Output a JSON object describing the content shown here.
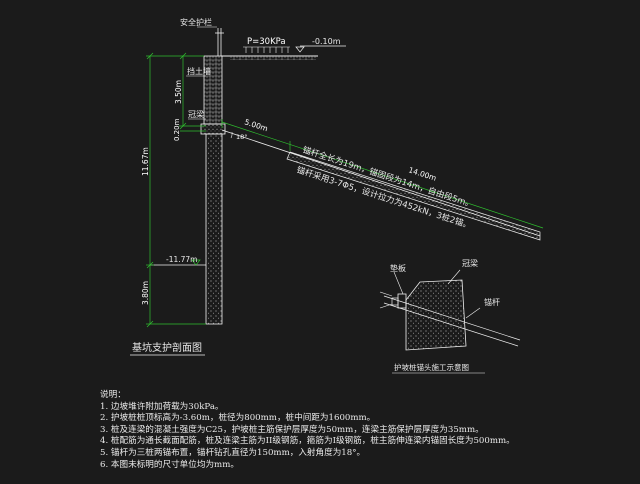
{
  "main_section": {
    "title": "基坑支护剖面图",
    "labels": {
      "guardrail": "安全护栏",
      "load": "P=30KPa",
      "ground_level": "-0.10m",
      "retaining_wall": "挡土墙",
      "crown_beam": "冠梁",
      "bottom_level": "-11.77m"
    },
    "dims": {
      "wall_height": "3.50m",
      "total_height": "11.67m",
      "beam_depth": "0.20m",
      "embed_depth": "3.80m",
      "free_length": "5.00m",
      "anchor_length": "14.00m",
      "angle": "18°"
    },
    "anchor_text_1": "锚杆全长为19m，锚固段为14m，自由段5m。",
    "anchor_text_2": "锚杆采用3-7Φ5，设计拉力为452kN，3桩2锚。"
  },
  "detail": {
    "title": "护坡桩锚头施工示意图",
    "labels": {
      "pad": "垫板",
      "crown_beam": "冠梁",
      "anchor": "锚杆"
    }
  },
  "notes": {
    "heading": "说明：",
    "items": [
      "1. 边坡堆许附加荷载为30kPa。",
      "2. 护坡桩桩顶标高为-3.60m，桩径为800mm，桩中间距为1600mm。",
      "3. 桩及连梁的混凝土强度为C25，护坡桩主筋保护层厚度为50mm，连梁主筋保护层厚度为35mm。",
      "4. 桩配筋为通长截面配筋，桩及连梁主筋为II级钢筋，箍筋为I级钢筋，桩主筋伸连梁内锚固长度为500mm。",
      "5. 锚杆为三桩两锚布置，锚杆钻孔直径为150mm，入射角度为18°。",
      "6. 本图未标明的尺寸单位均为mm。"
    ]
  },
  "colors": {
    "background": "#1b1b1b",
    "dim_line": "#2fbf2f",
    "geometry": "#f2f2f2",
    "text": "#e8e8e8"
  }
}
